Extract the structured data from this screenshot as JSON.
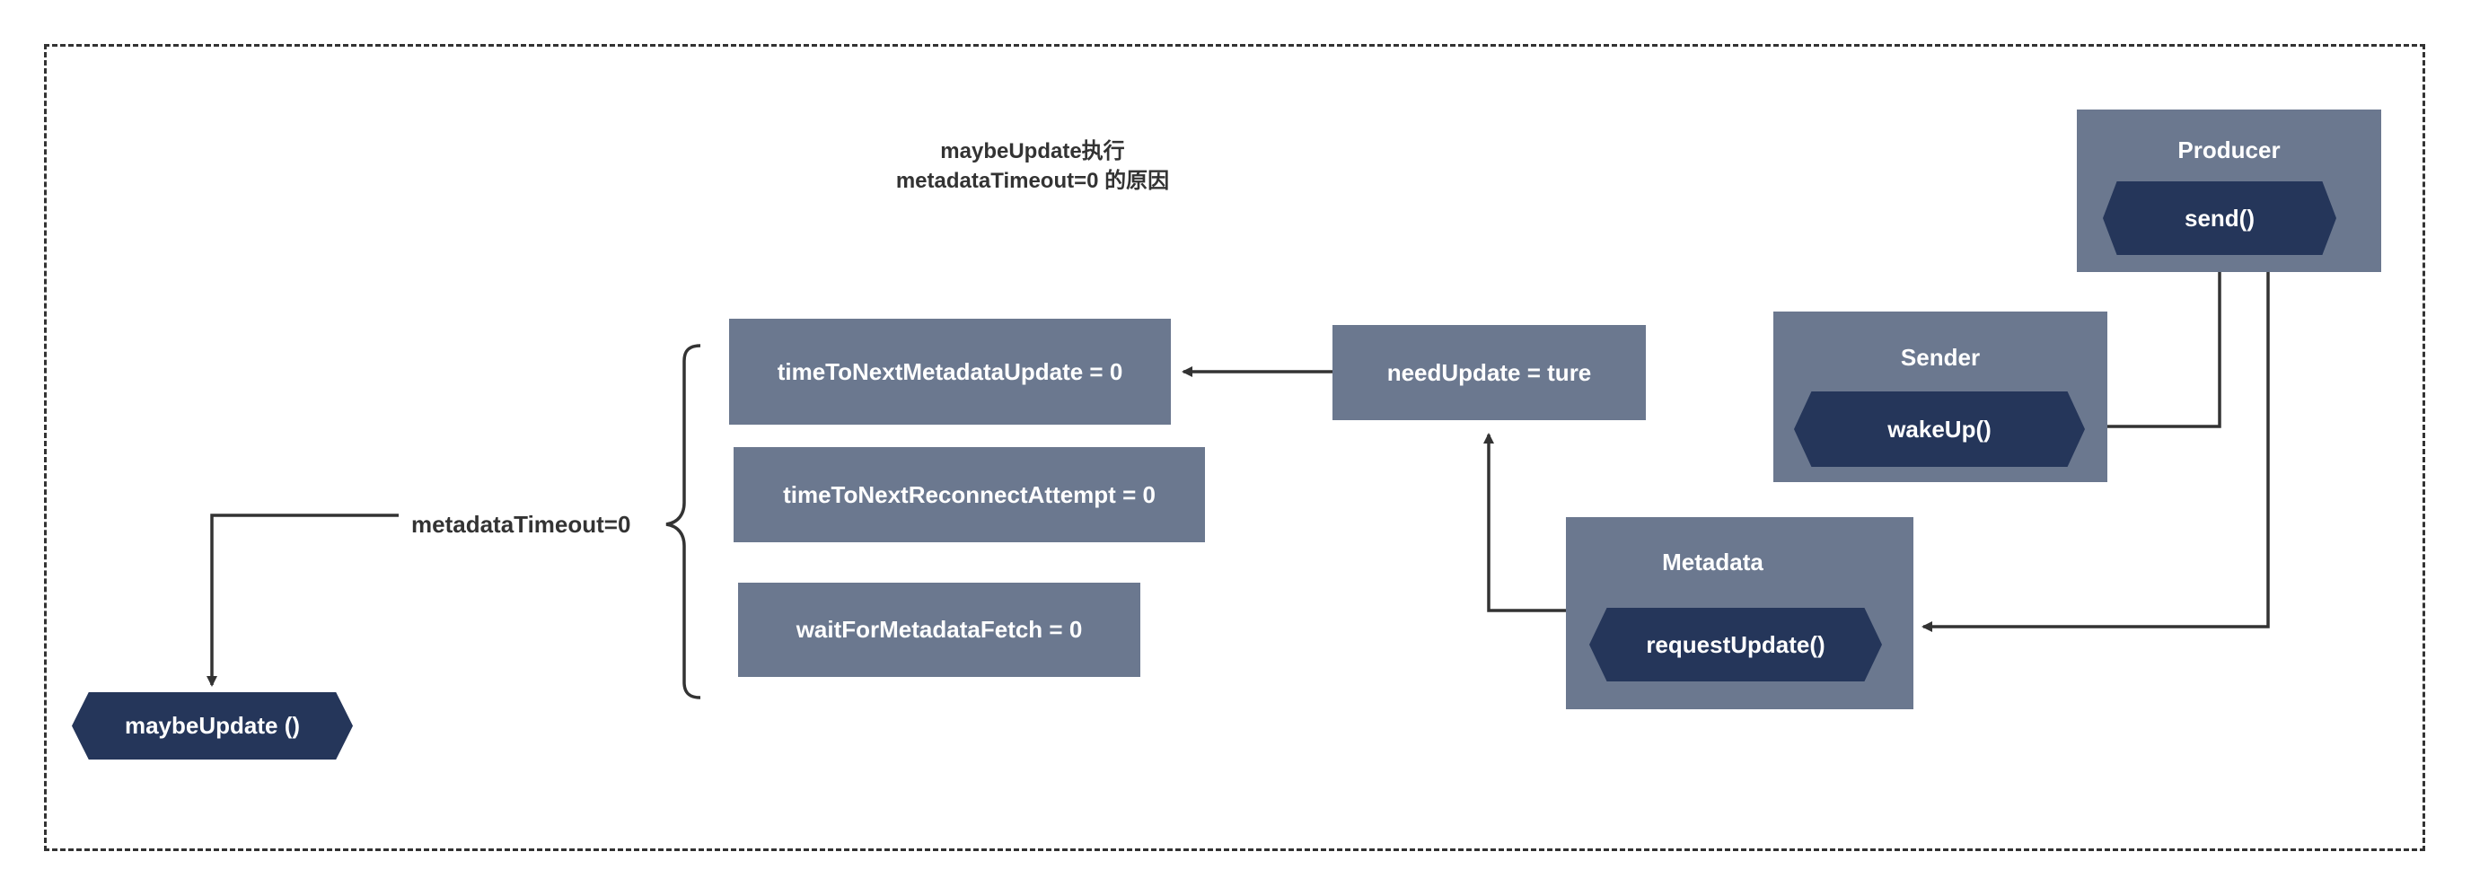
{
  "diagram": {
    "title_line1": "maybeUpdate执行",
    "title_line2": "metadataTimeout=0 的原因",
    "producer": {
      "label": "Producer",
      "method": "send()"
    },
    "sender": {
      "label": "Sender",
      "method": "wakeUp()"
    },
    "metadata": {
      "label": "Metadata",
      "method": "requestUpdate()"
    },
    "need_update": "needUpdate = ture",
    "conditions": [
      "timeToNextMetadataUpdate = 0",
      "timeToNextReconnectAttempt = 0",
      "waitForMetadataFetch = 0"
    ],
    "metadata_timeout": "metadataTimeout=0",
    "maybe_update": "maybeUpdate  ()",
    "colors": {
      "box": "#6b788f",
      "hex": "#25365a",
      "line": "#333333"
    }
  }
}
